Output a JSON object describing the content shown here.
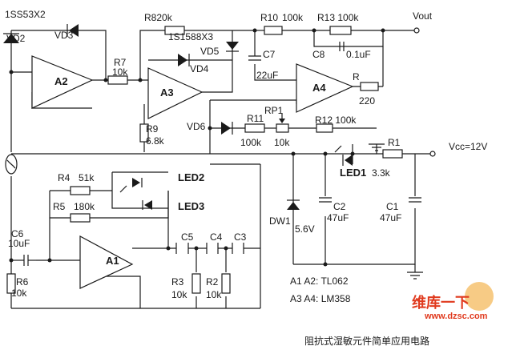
{
  "labels": {
    "d1_pair": "1SS53X2",
    "vd2": "VD2",
    "vd3": "VD3",
    "r8": "R820k",
    "d2_triple": "1S1588X3",
    "r10": "R10",
    "r10_val": "100k",
    "r13": "R13 100k",
    "vout": "Vout",
    "vd5": "VD5",
    "r7": "R7",
    "r7_val": "10k",
    "a2": "A2",
    "a3": "A3",
    "vd4": "VD4",
    "c7": "C7",
    "c7_val": "22uF",
    "c8": "C8",
    "c8_val": "0.1uF",
    "a4": "A4",
    "r": "R",
    "r_val": "220",
    "r9": "R9",
    "r9_val": "6.8k",
    "rp1": "RP1",
    "vd6": "VD6",
    "r11": "R11",
    "r11_val": "100k",
    "rp_val": "10k",
    "r12": "R12 100k",
    "r1": "R1",
    "vcc": "Vcc=12V",
    "led1": "LED1",
    "r1_val": "3.3k",
    "r4": "R4",
    "r4_val": "51k",
    "led2": "LED2",
    "r5": "R5",
    "r5_val": "180k",
    "led3": "LED3",
    "c2": "C2",
    "c2_val": "47uF",
    "c1": "C1",
    "c1_val": "47uF",
    "dw1": "DW1",
    "dw1_val": "5.6V",
    "c6": "C6",
    "c6_val": "10uF",
    "a1": "A1",
    "c5": "C5",
    "c4": "C4",
    "c3": "C3",
    "r6": "R6",
    "r6_val": "10k",
    "r3": "R3",
    "r3_val": "10k",
    "r2": "R2",
    "r2_val": "10k",
    "part1": "A1 A2: TL062",
    "part2": "A3 A4: LM358",
    "caption": "阻抗式湿敏元件简单应用电路",
    "wm_top": "维库一下",
    "wm_url": "www.dzsc.com"
  },
  "colors": {
    "ink": "#1a1a1a",
    "watermark_red": "#e03a1e",
    "watermark_orange": "#f0a020"
  }
}
